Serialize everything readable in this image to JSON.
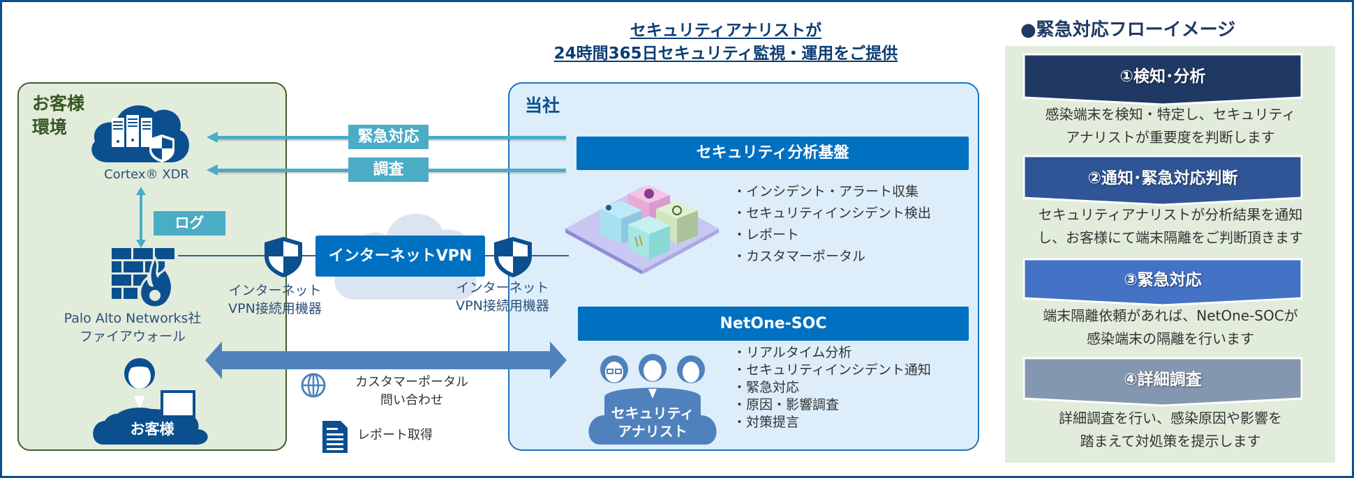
{
  "headline": {
    "line1": "セキュリティアナリストが",
    "line2": "24時間365日セキュリティ監視・運用をご提供"
  },
  "customer_env": {
    "title_line1": "お客様",
    "title_line2": "環境",
    "cortex_label": "Cortex® XDR",
    "log_tag": "ログ",
    "firewall_line1": "Palo Alto Networks社",
    "firewall_line2": "ファイアウォール",
    "customer_label": "お客様",
    "colors": {
      "background": "#e2ecdb",
      "border": "#3f5e2a",
      "icon": "#0b4f8f"
    }
  },
  "connections": {
    "emergency_tag": "緊急対応",
    "investigation_tag": "調査",
    "vpn_label": "インターネットVPN",
    "vpn_device_left_line1": "インターネット",
    "vpn_device_left_line2": "VPN接続用機器",
    "vpn_device_right_line1": "インターネット",
    "vpn_device_right_line2": "VPN接続用機器",
    "portal_line1": "カスタマーポータル",
    "portal_line2": "問い合わせ",
    "report_label": "レポート取得",
    "colors": {
      "connector": "#4bacc6",
      "big_arrow": "#4f81bd"
    }
  },
  "company": {
    "title": "当社",
    "platform_bar": "セキュリティ分析基盤",
    "platform_items": [
      "・インシデント・アラート収集",
      "・セキュリティインシデント検出",
      "・レポート",
      "・カスタマーポータル"
    ],
    "soc_bar": "NetOne-SOC",
    "soc_items": [
      "・リアルタイム分析",
      "・セキュリティインシデント通知",
      "・緊急対応",
      "・原因・影響調査",
      "・対策提言"
    ],
    "analyst_line1": "セキュリティ",
    "analyst_line2": "アナリスト",
    "colors": {
      "background": "#ddeefa",
      "border": "#1a73c1",
      "bar": "#0070c0"
    }
  },
  "flow": {
    "title": "●緊急対応フローイメージ",
    "steps": [
      {
        "label": "①検知･分析",
        "color": "#203864",
        "desc_line1": "感染端末を検知・特定し、セキュリティ",
        "desc_line2": "アナリストが重要度を判断します"
      },
      {
        "label": "②通知･緊急対応判断",
        "color": "#2f5597",
        "desc_line1": "セキュリティアナリストが分析結果を通知",
        "desc_line2": "し、お客様にて端末隔離をご判断頂きます"
      },
      {
        "label": "③緊急対応",
        "color": "#4472c4",
        "desc_line1": "端末隔離依頼があれば、NetOne-SOCが",
        "desc_line2": "感染端末の隔離を行います"
      },
      {
        "label": "④詳細調査",
        "color": "#8497b0",
        "desc_line1": "詳細調査を行い、感染原因や影響を",
        "desc_line2": "踏まえて対処策を提示します"
      }
    ],
    "panel_color": "#e2ecdb"
  }
}
